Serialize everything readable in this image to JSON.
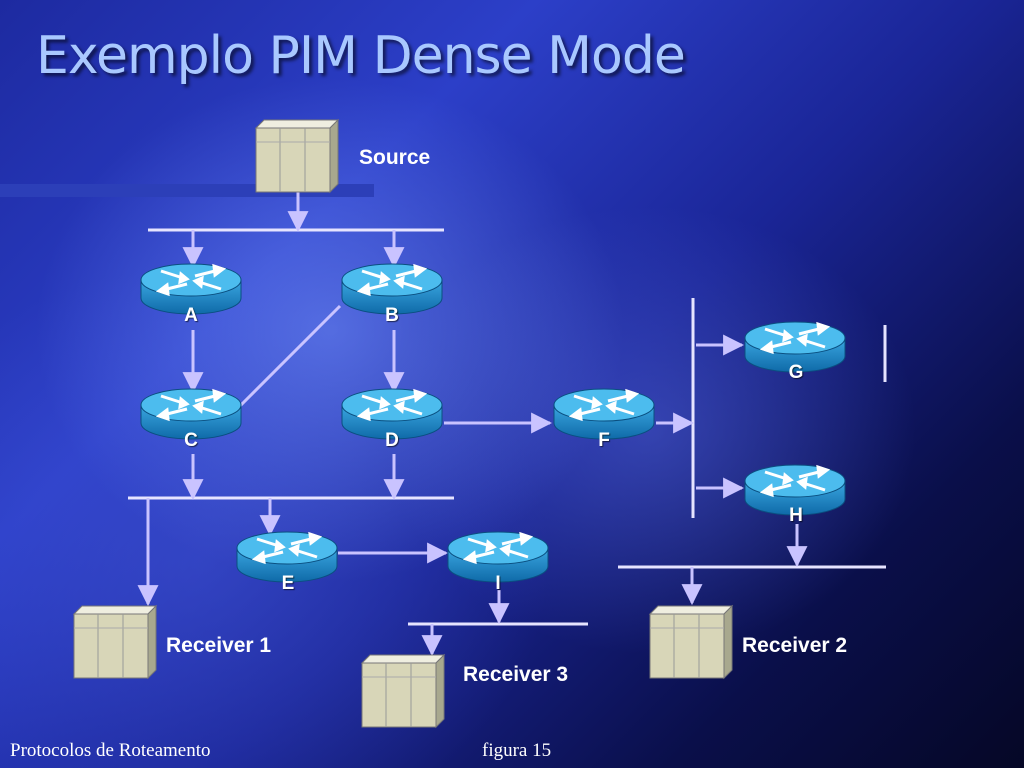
{
  "title": "Exemplo PIM Dense Mode",
  "hosts": {
    "source": "Source",
    "receiver1": "Receiver 1",
    "receiver2": "Receiver 2",
    "receiver3": "Receiver 3"
  },
  "routers": {
    "A": "A",
    "B": "B",
    "C": "C",
    "D": "D",
    "E": "E",
    "F": "F",
    "G": "G",
    "H": "H",
    "I": "I"
  },
  "footer": {
    "left": "Protocolos de Roteamento",
    "right": "figura 15"
  },
  "colors": {
    "router_body": "#1e8fd0",
    "router_top": "#5ec8f2",
    "link": "#c9c3ff",
    "server": "#d8d6b8"
  }
}
